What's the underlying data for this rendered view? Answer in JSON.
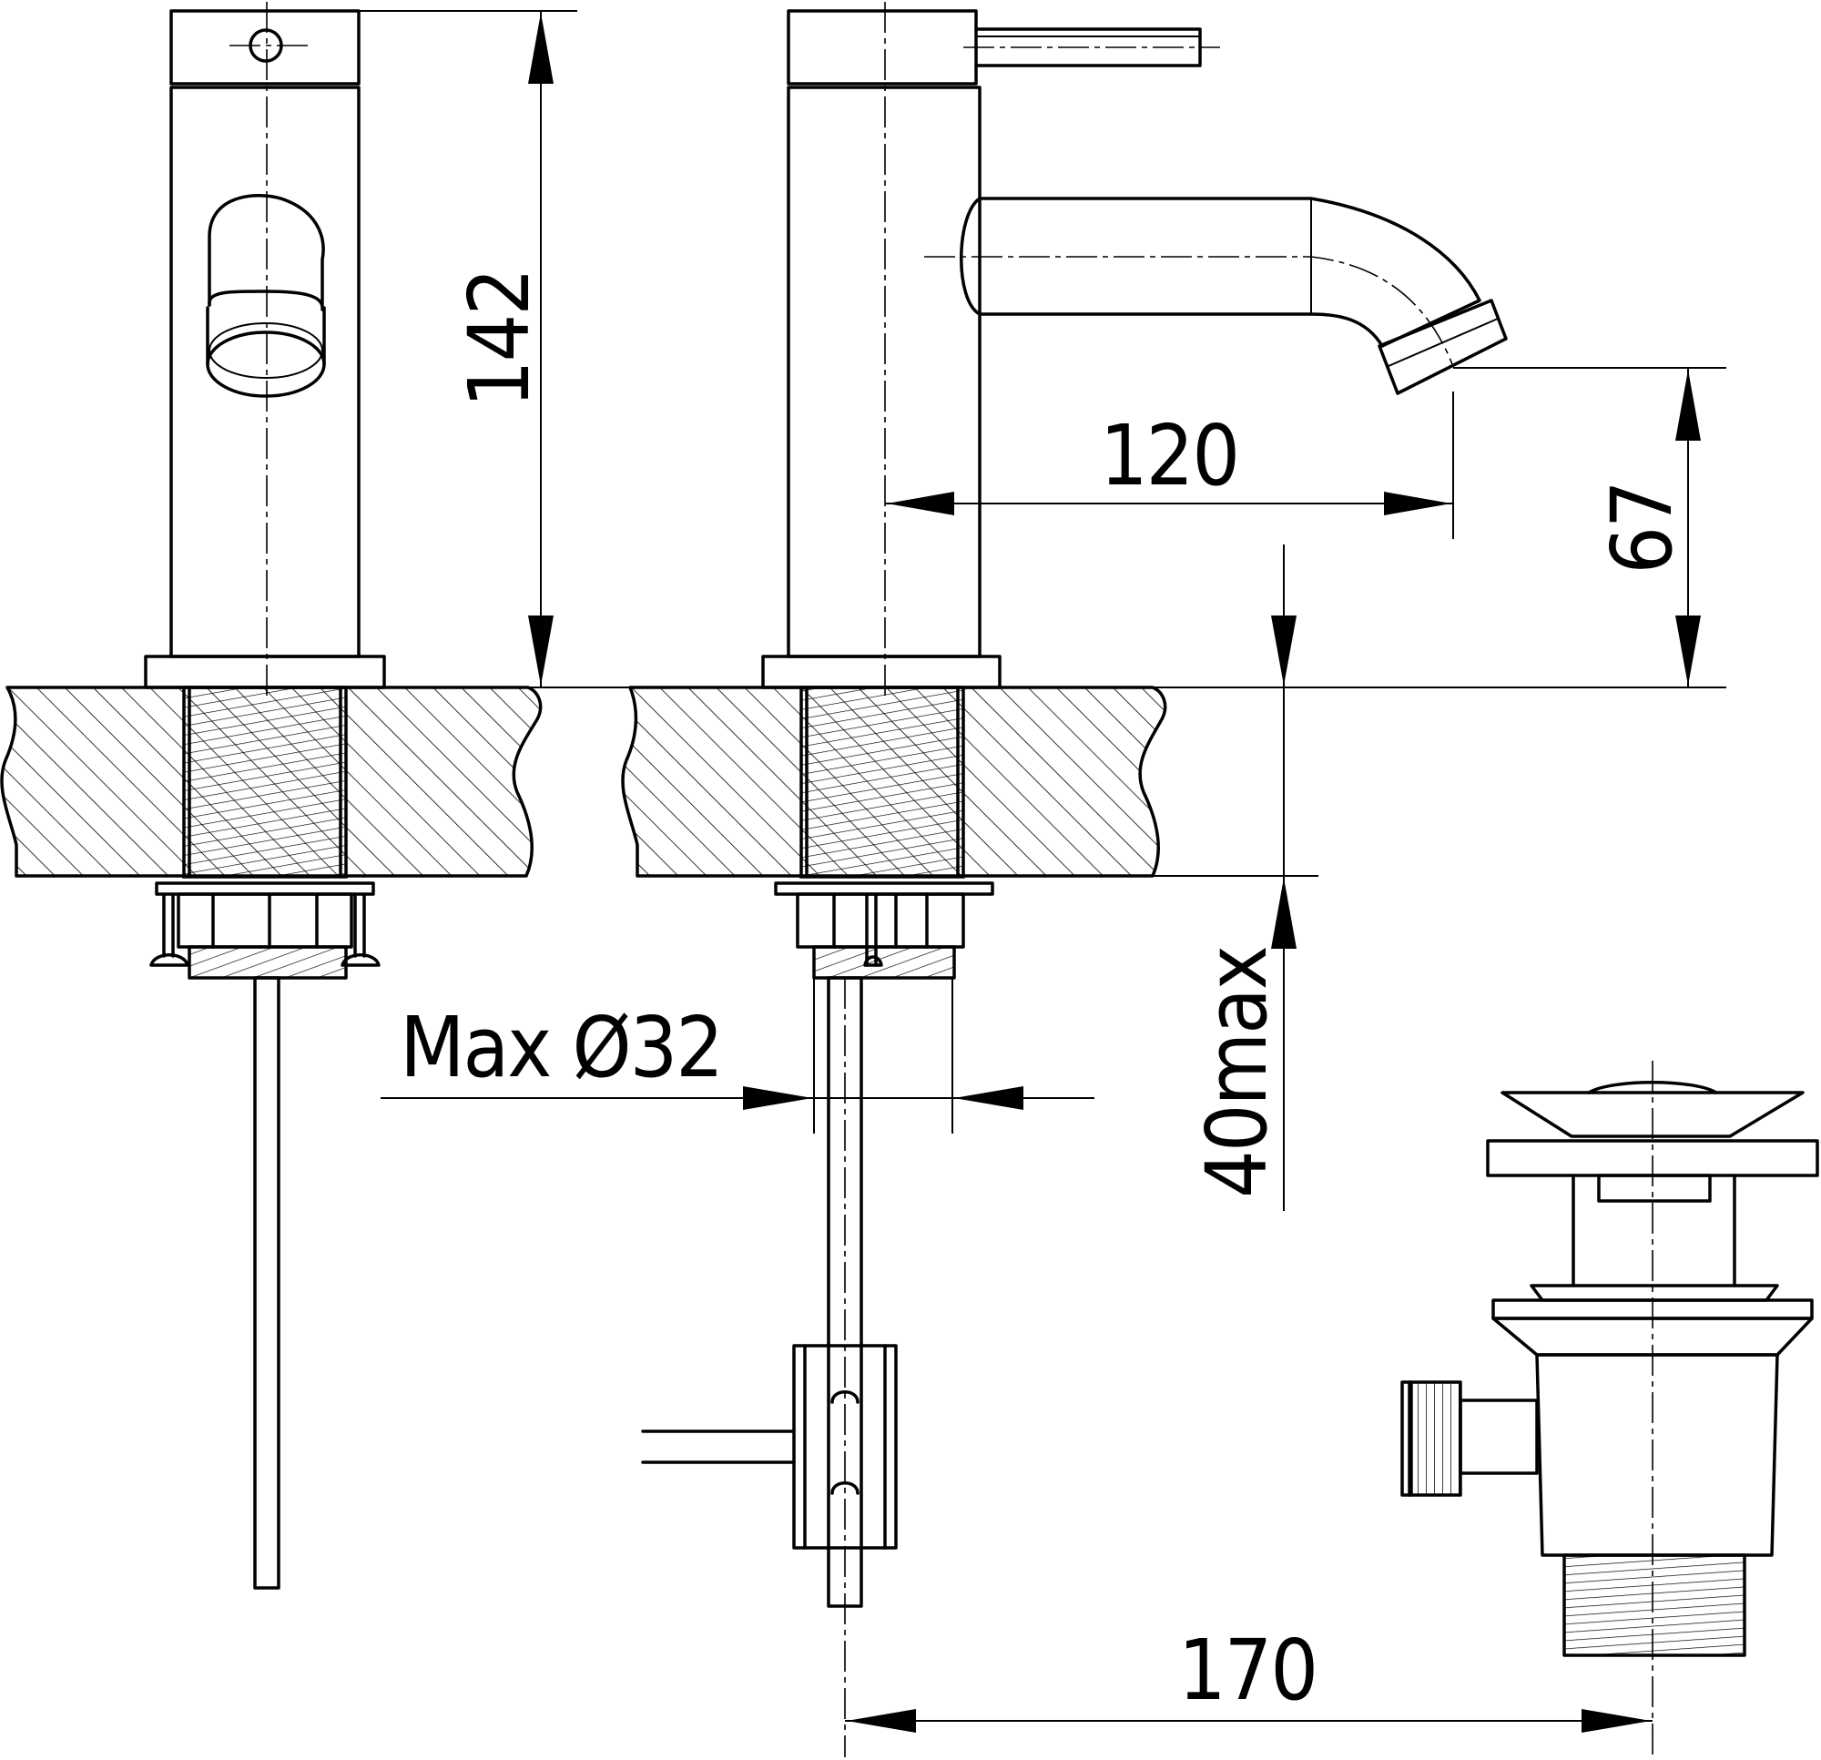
{
  "dimensions": {
    "height_total": "142",
    "spout_reach": "120",
    "spout_height": "67",
    "deck_thickness": "40max",
    "hole_diameter": "Max Ø32",
    "drain_offset": "170"
  }
}
